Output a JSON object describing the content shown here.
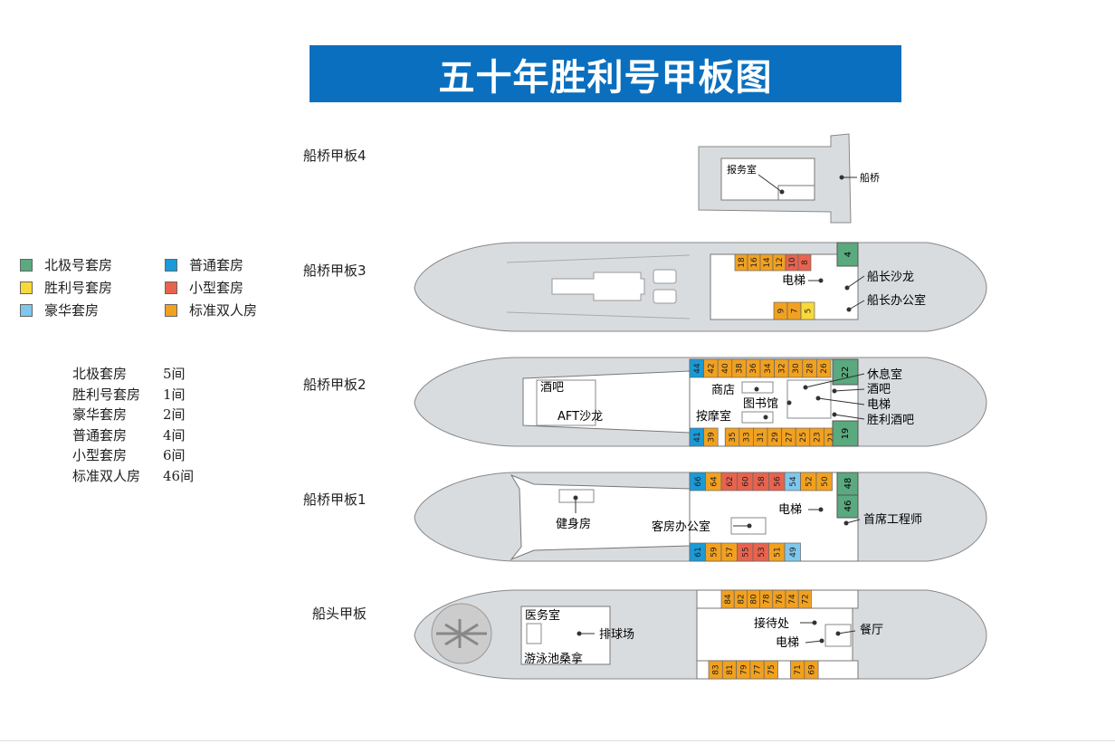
{
  "title": "五十年胜利号甲板图",
  "colors": {
    "arctic_suite": "#5aa97f",
    "victory_suite": "#f8d93a",
    "deluxe_suite": "#7fc7ec",
    "standard_suite": "#1a9ad7",
    "small_suite": "#e8634e",
    "standard_twin": "#f2a11f",
    "deck_fill": "#d9dcdf",
    "deck_stroke": "#888888",
    "title_bg": "#0a6fbf"
  },
  "legend": [
    {
      "label": "北极号套房",
      "color": "#5aa97f"
    },
    {
      "label": "普通套房",
      "color": "#1a9ad7"
    },
    {
      "label": "胜利号套房",
      "color": "#f8d93a"
    },
    {
      "label": "小型套房",
      "color": "#e8634e"
    },
    {
      "label": "豪华套房",
      "color": "#7fc7ec"
    },
    {
      "label": "标准双人房",
      "color": "#f2a11f"
    }
  ],
  "counts": [
    {
      "name": "北极套房",
      "value": "5间"
    },
    {
      "name": "胜利号套房",
      "value": "1间"
    },
    {
      "name": "豪华套房",
      "value": "2间"
    },
    {
      "name": "普通套房",
      "value": "4间"
    },
    {
      "name": "小型套房",
      "value": "6间"
    },
    {
      "name": "标准双人房",
      "value": "46间"
    }
  ],
  "decks": [
    {
      "name": "船桥甲板4",
      "labels": [
        "报务室",
        "船桥"
      ]
    },
    {
      "name": "船桥甲板3",
      "labels": [
        "电梯",
        "船长沙龙",
        "船长办公室"
      ],
      "cabins_top": [
        [
          "18",
          "o"
        ],
        [
          "16",
          "o"
        ],
        [
          "14",
          "o"
        ],
        [
          "12",
          "o"
        ],
        [
          "10",
          "r"
        ],
        [
          "8",
          "r"
        ]
      ],
      "cabins_bottom": [
        [
          "9",
          "o"
        ],
        [
          "7",
          "o"
        ],
        [
          "5",
          "y"
        ]
      ],
      "cabins_green": [
        "4"
      ]
    },
    {
      "name": "船桥甲板2",
      "labels": [
        "酒吧",
        "AFT沙龙",
        "商店",
        "图书馆",
        "按摩室",
        "休息室",
        "酒吧",
        "电梯",
        "胜利酒吧"
      ],
      "cabins_top": [
        [
          "44",
          "b"
        ],
        [
          "42",
          "o"
        ],
        [
          "40",
          "o"
        ],
        [
          "38",
          "o"
        ],
        [
          "36",
          "o"
        ],
        [
          "34",
          "o"
        ],
        [
          "32",
          "o"
        ],
        [
          "30",
          "o"
        ],
        [
          "28",
          "o"
        ],
        [
          "26",
          "o"
        ]
      ],
      "cabins_bottom": [
        [
          "41",
          "b"
        ],
        [
          "39",
          "o"
        ],
        [
          "35",
          "o"
        ],
        [
          "33",
          "o"
        ],
        [
          "31",
          "o"
        ],
        [
          "29",
          "o"
        ],
        [
          "27",
          "o"
        ],
        [
          "25",
          "o"
        ],
        [
          "23",
          "o"
        ],
        [
          "21",
          "o"
        ]
      ],
      "cabins_green": [
        "22",
        "19"
      ]
    },
    {
      "name": "船桥甲板1",
      "labels": [
        "健身房",
        "电梯",
        "客房办公室",
        "首席工程师"
      ],
      "cabins_top": [
        [
          "66",
          "b"
        ],
        [
          "64",
          "o"
        ],
        [
          "62",
          "r"
        ],
        [
          "60",
          "r"
        ],
        [
          "58",
          "r"
        ],
        [
          "56",
          "r"
        ],
        [
          "54",
          "l"
        ],
        [
          "52",
          "o"
        ],
        [
          "50",
          "o"
        ]
      ],
      "cabins_bottom": [
        [
          "61",
          "b"
        ],
        [
          "59",
          "o"
        ],
        [
          "57",
          "o"
        ],
        [
          "55",
          "r"
        ],
        [
          "53",
          "r"
        ],
        [
          "51",
          "o"
        ],
        [
          "49",
          "l"
        ]
      ],
      "cabins_green": [
        "48",
        "46"
      ]
    },
    {
      "name": "船头甲板",
      "labels": [
        "医务室",
        "排球场",
        "游泳池桑拿",
        "接待处",
        "电梯",
        "餐厅"
      ],
      "cabins_top": [
        [
          "84",
          "o"
        ],
        [
          "82",
          "o"
        ],
        [
          "80",
          "o"
        ],
        [
          "78",
          "o"
        ],
        [
          "76",
          "o"
        ],
        [
          "74",
          "o"
        ],
        [
          "72",
          "o"
        ]
      ],
      "cabins_bottom": [
        [
          "83",
          "o"
        ],
        [
          "81",
          "o"
        ],
        [
          "79",
          "o"
        ],
        [
          "77",
          "o"
        ],
        [
          "75",
          "o"
        ],
        [
          "71",
          "o"
        ],
        [
          "69",
          "o"
        ]
      ]
    }
  ]
}
